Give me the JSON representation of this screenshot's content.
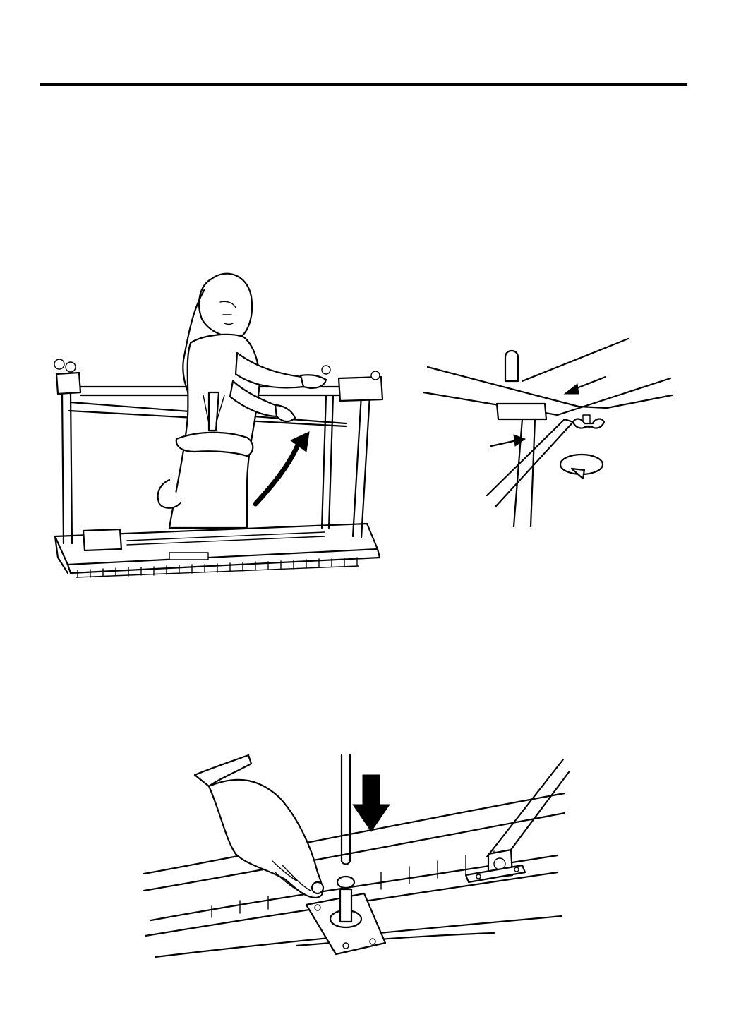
{
  "page": {
    "header_rule": true
  },
  "figures": [
    {
      "id": "fig-1",
      "depicts": "person-lifting-stand-frame-icon"
    },
    {
      "id": "fig-2",
      "depicts": "brace-wing-nut-detail-icon"
    },
    {
      "id": "fig-3",
      "depicts": "inserting-rod-into-bracket-icon"
    }
  ],
  "colors": {
    "ink": "#000000",
    "paper": "#ffffff"
  }
}
